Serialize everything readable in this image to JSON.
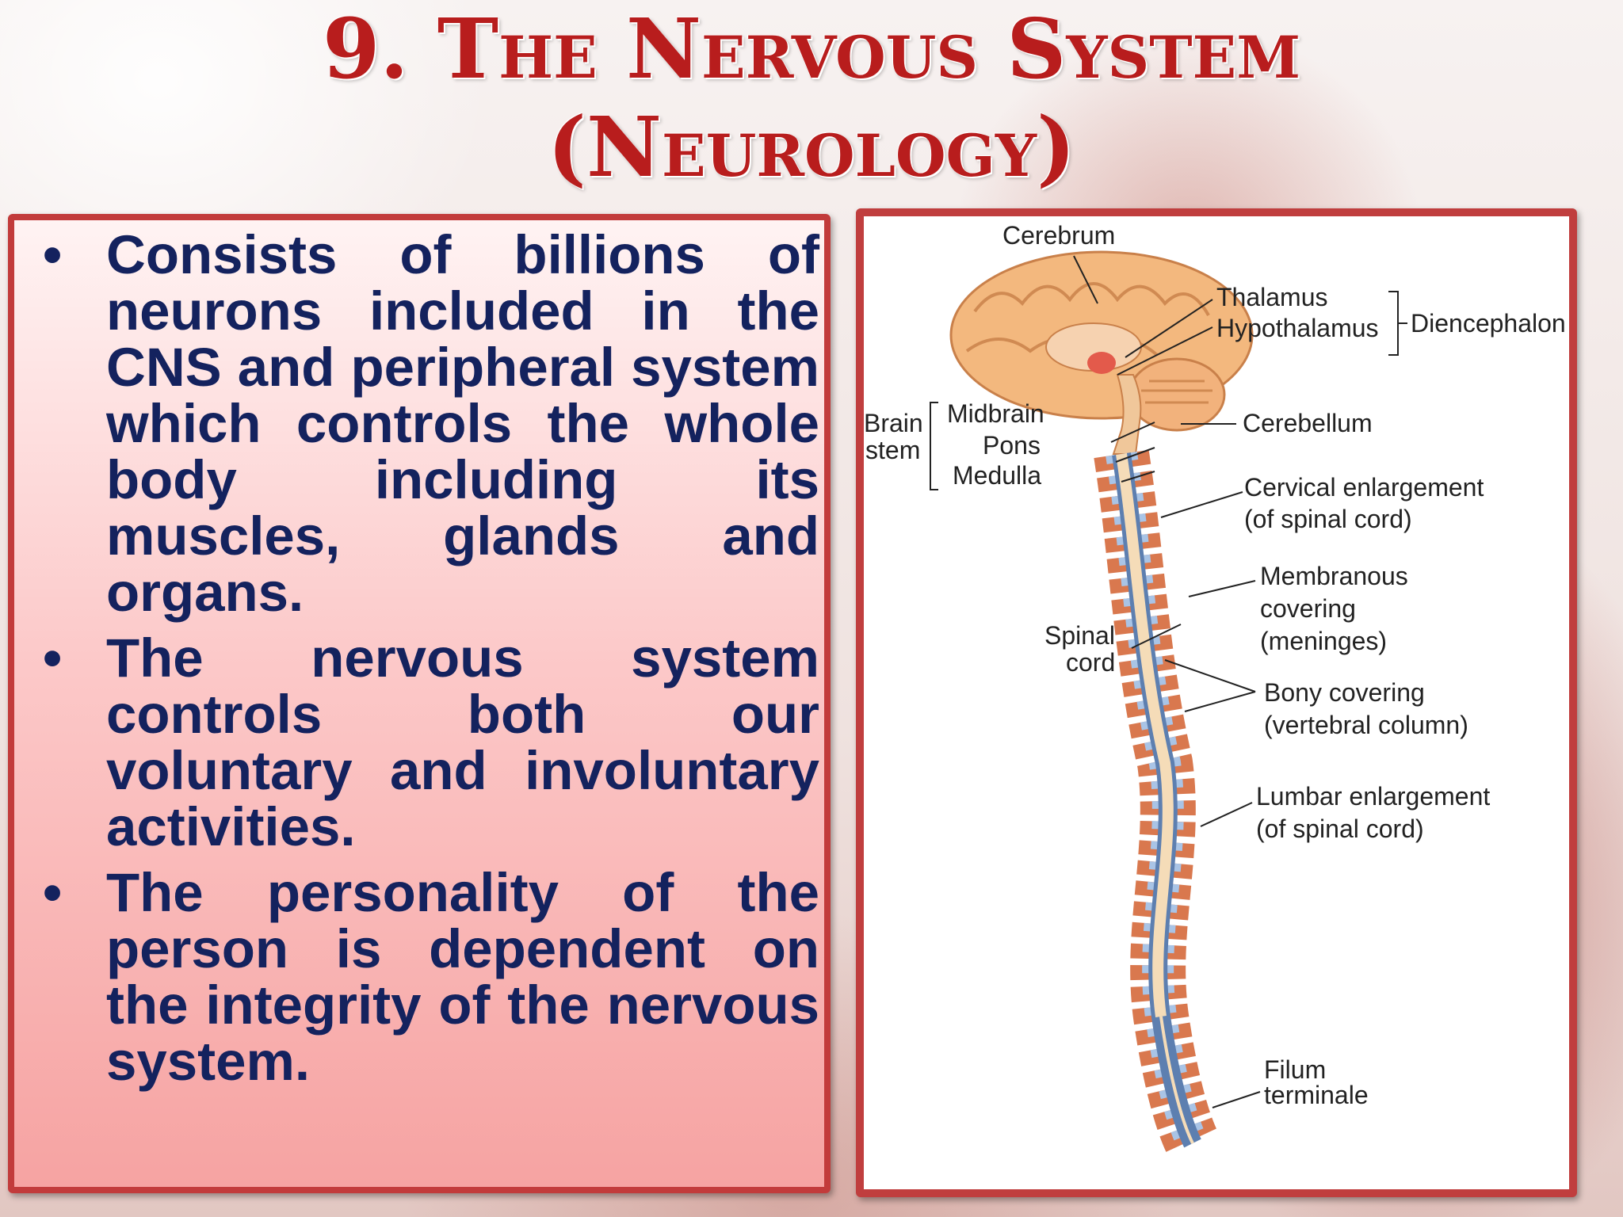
{
  "slide": {
    "title_line1": "9. The Nervous System",
    "title_line2": "(Neurology)"
  },
  "bullets": [
    "Consists of billions of neurons included in the CNS and peripheral system which controls the whole body including its muscles, glands and organs.",
    "The nervous system controls both our voluntary and involuntary activities.",
    "The personality of the person is dependent on the integrity of the nervous system."
  ],
  "diagram": {
    "labels": {
      "cerebrum": "Cerebrum",
      "thalamus": "Thalamus",
      "hypothalamus": "Hypothalamus",
      "diencephalon": "Diencephalon",
      "brain_stem_1": "Brain",
      "brain_stem_2": "stem",
      "midbrain": "Midbrain",
      "pons": "Pons",
      "medulla": "Medulla",
      "cerebellum": "Cerebellum",
      "cervical_1": "Cervical enlargement",
      "cervical_2": "(of spinal cord)",
      "membranous_1": "Membranous",
      "membranous_2": "covering",
      "membranous_3": "(meninges)",
      "spinal_1": "Spinal",
      "spinal_2": "cord",
      "bony_1": "Bony covering",
      "bony_2": "(vertebral column)",
      "lumbar_1": "Lumbar enlargement",
      "lumbar_2": "(of spinal cord)",
      "filum_1": "Filum",
      "filum_2": "terminale"
    }
  },
  "colors": {
    "title": "#b81d1d",
    "bullet_text": "#14225e",
    "box_border": "#c23b3b",
    "brain": "#f0b27a",
    "vertebra": "#d9784e",
    "disc": "#a9c4e6",
    "cord": "#f5dcb8"
  }
}
